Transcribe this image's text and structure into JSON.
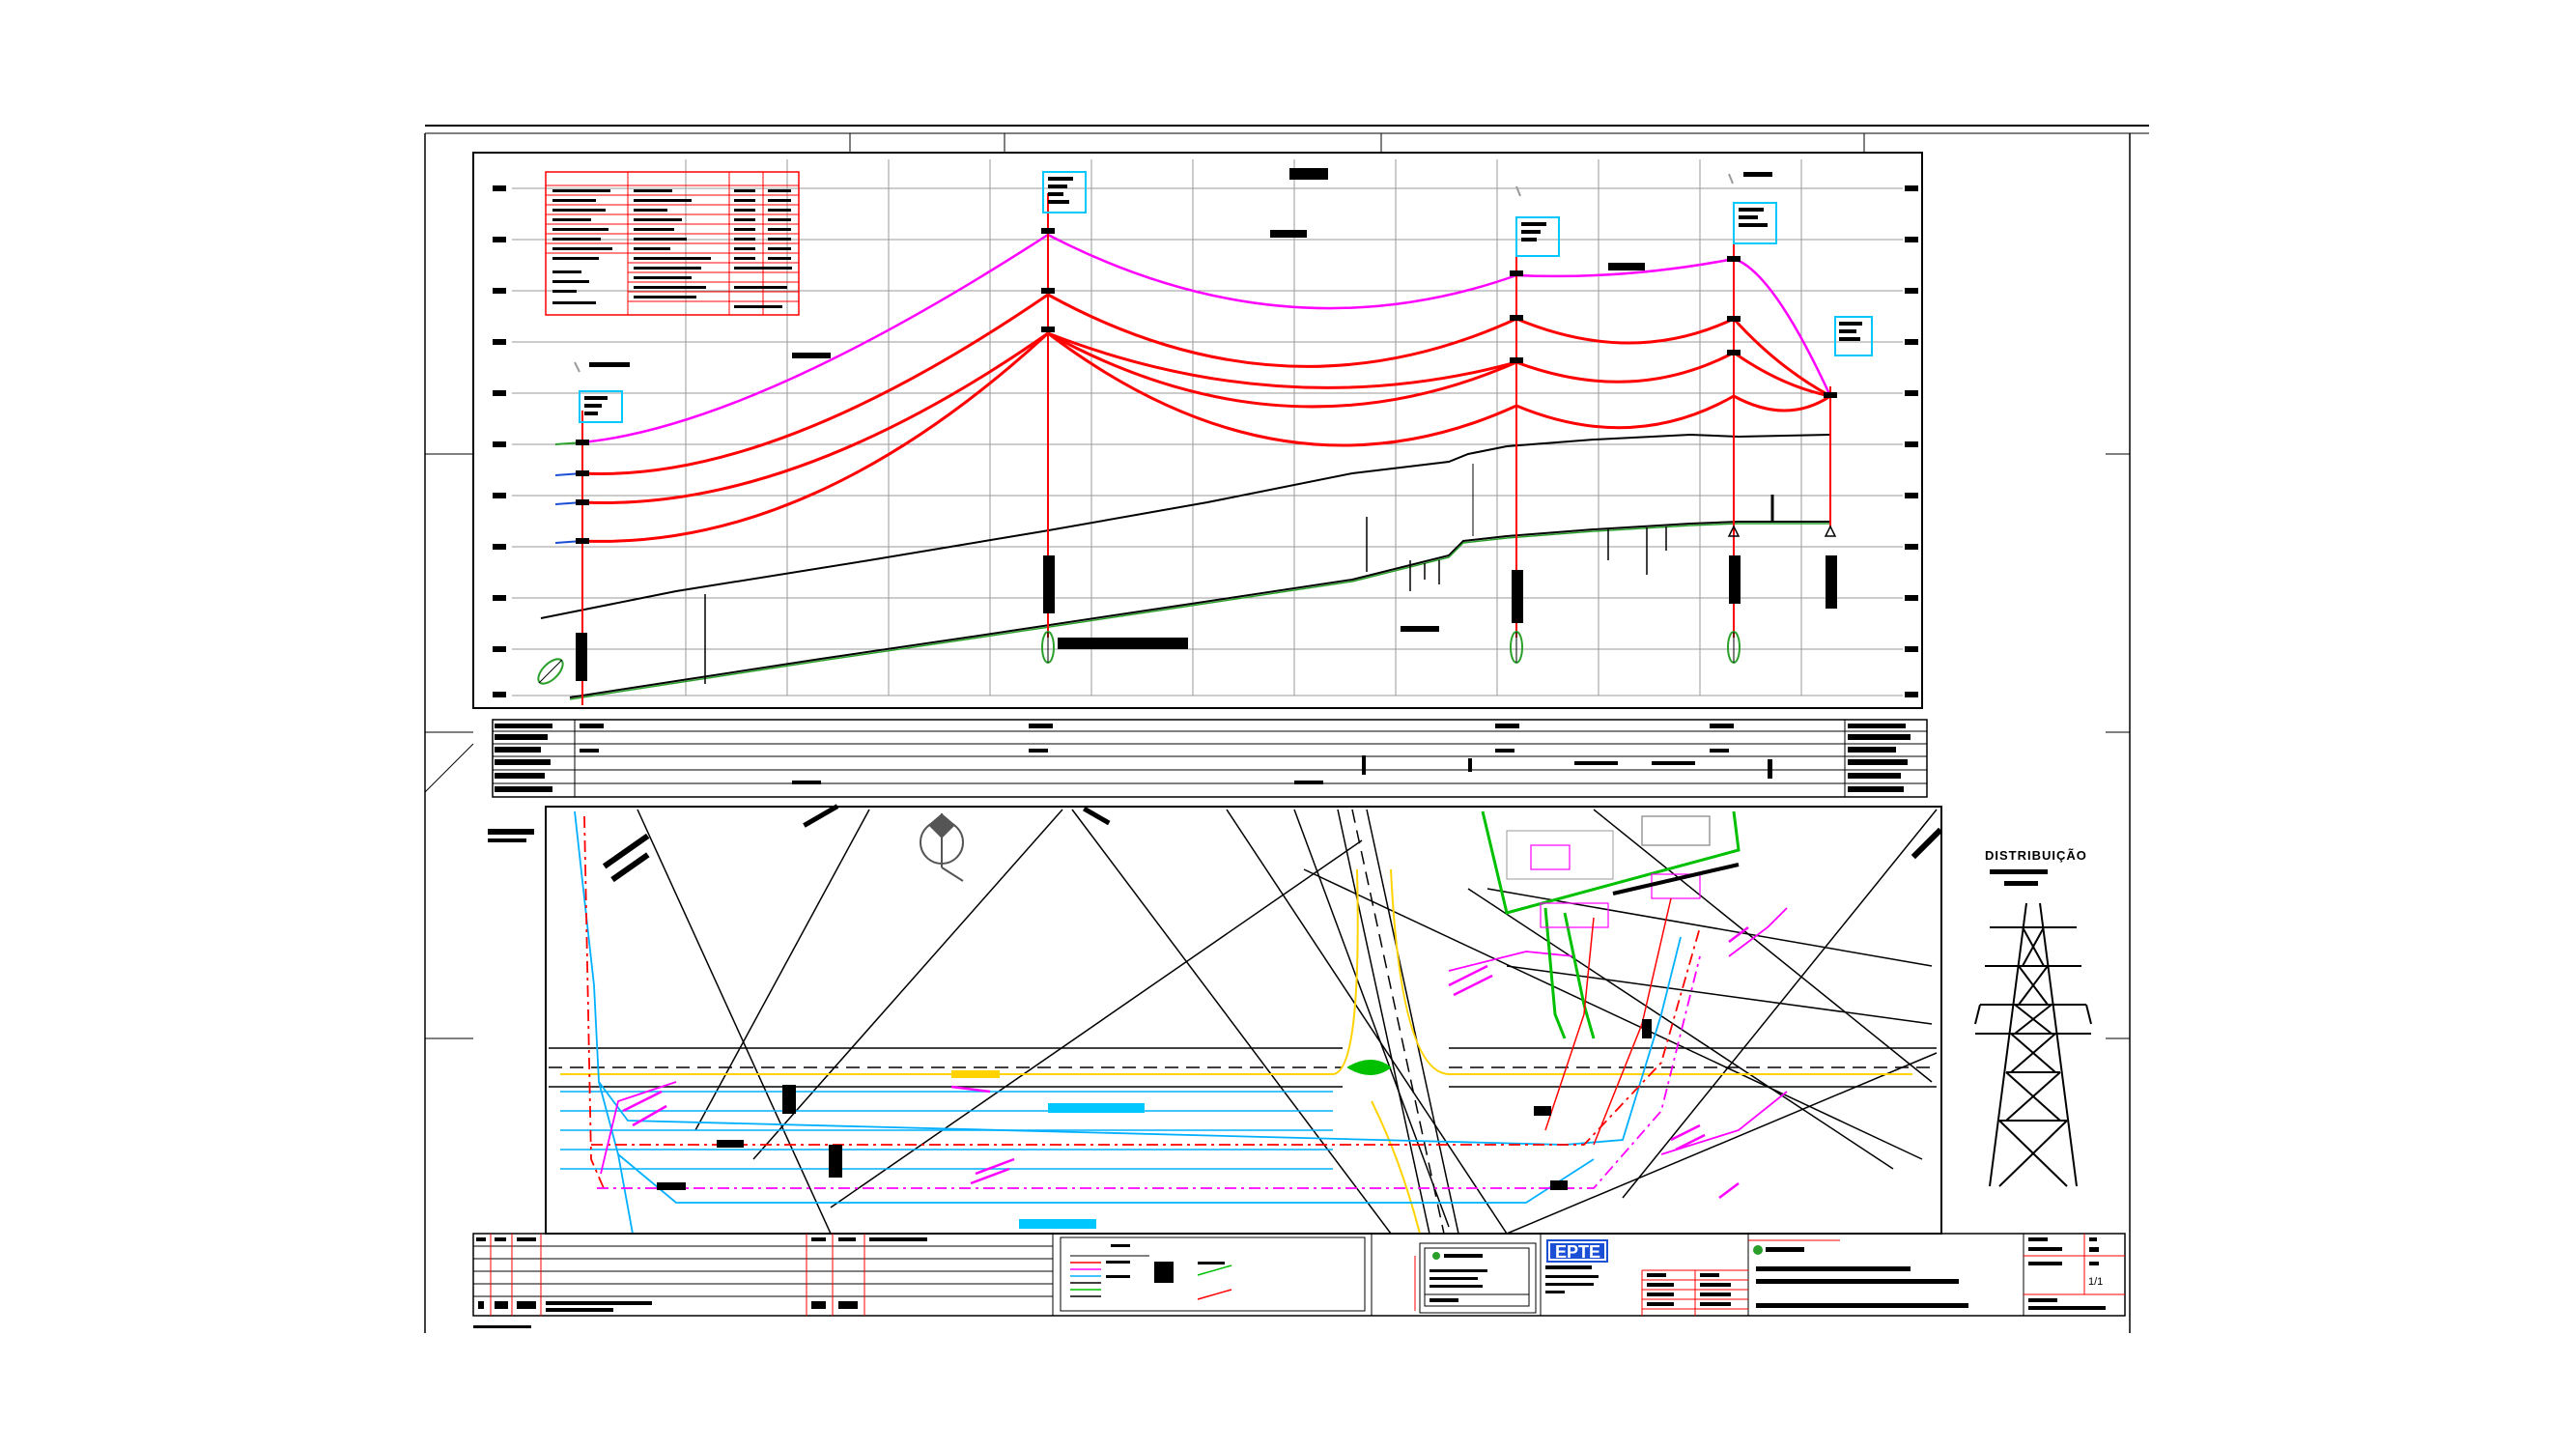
{
  "drawing": {
    "tower_caption": "DISTRIBUIÇÃO",
    "logo_text": "EPTE",
    "sheet_number": "1/1",
    "colors": {
      "conductor": "#ff0000",
      "shield_wire": "#ff00ff",
      "terrain": "#000000",
      "grid": "#9a9a9a",
      "structure_box": "#00c8ff",
      "road": "#ffd200",
      "substation": "#00c000",
      "cable_route": "#00b0ff",
      "logo_bg": "#1a4fd6"
    },
    "icons": [
      "north-arrow-icon",
      "lattice-tower-icon",
      "company-logo-icon"
    ]
  }
}
